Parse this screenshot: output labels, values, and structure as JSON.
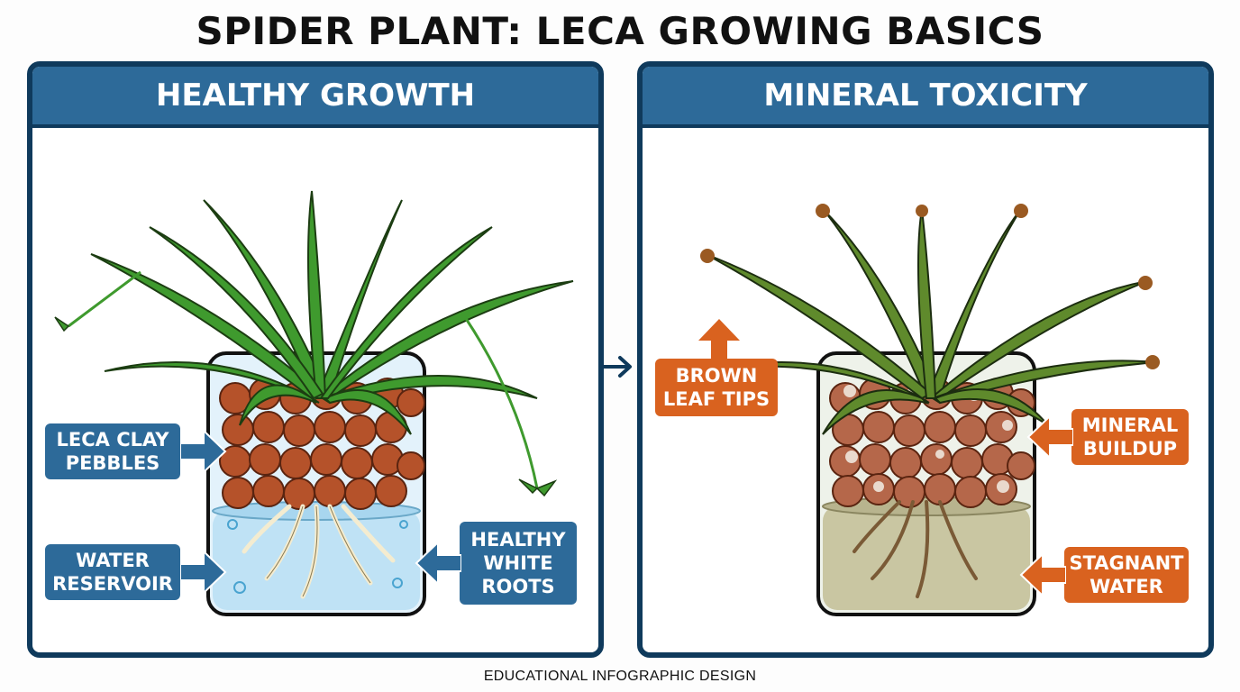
{
  "title": "SPIDER PLANT: LECA GROWING BASICS",
  "panels": {
    "left": {
      "heading": "HEALTHY GROWTH",
      "labels": {
        "leca": "LECA CLAY PEBBLES",
        "water": "WATER RESERVOIR",
        "roots": "HEALTHY WHITE ROOTS"
      }
    },
    "right": {
      "heading": "MINERAL TOXICITY",
      "labels": {
        "tips": "BROWN LEAF TIPS",
        "mineral": "MINERAL BUILDUP",
        "stagnant": "STAGNANT WATER"
      }
    }
  },
  "footer": "EDUCATIONAL INFOGRAPHIC DESIGN",
  "colors": {
    "frame": "#0f3a5c",
    "header": "#2d6a99",
    "healthy_label": "#2d6a99",
    "problem_label": "#d9621f",
    "leaf_green": "#3f9a2e",
    "pebble": "#b5522a"
  }
}
